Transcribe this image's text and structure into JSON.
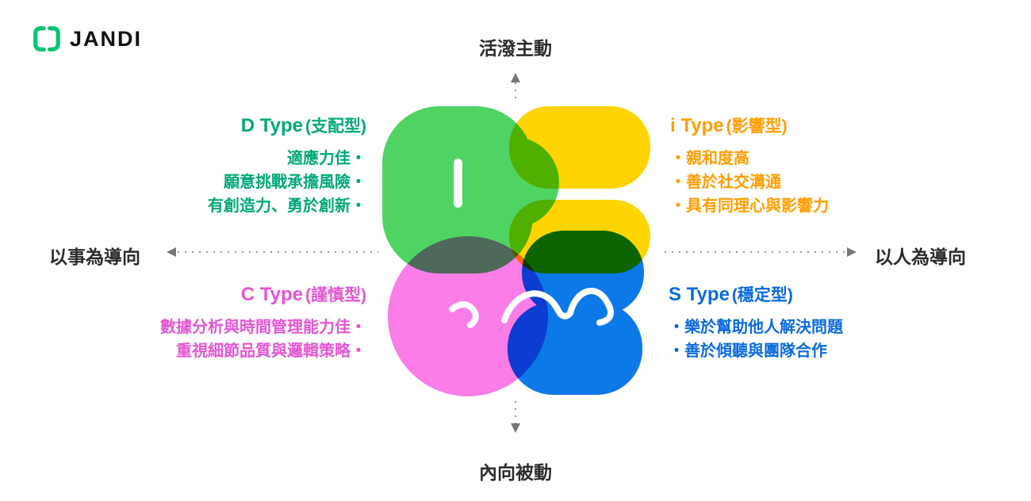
{
  "logo": {
    "brand": "JANDI",
    "brand_color": "#00C471"
  },
  "axis": {
    "top": "活潑主動",
    "bottom": "內向被動",
    "left": "以事為導向",
    "right": "以人為導向"
  },
  "quadrants": {
    "d": {
      "title": "D Type",
      "subtitle": "(支配型)",
      "text_color": "#00A878",
      "blob_color": "#4FD463",
      "lines": [
        "適應力佳・",
        "願意挑戰承擔風險・",
        "有創造力、勇於創新・"
      ]
    },
    "i": {
      "title": "i Type",
      "subtitle": "(影響型)",
      "text_color": "#FF9E00",
      "blob_color": "#FFD400",
      "lines": [
        "・親和度高",
        "・善於社交溝通",
        "・具有同理心與影響力"
      ]
    },
    "c": {
      "title": "C Type",
      "subtitle": "(謹慎型)",
      "text_color": "#E455D2",
      "blob_color": "#FA7DE8",
      "lines": [
        "數據分析與時間管理能力佳・",
        "重視細節品質與邏輯策略・"
      ]
    },
    "s": {
      "title": "S Type",
      "subtitle": "(穩定型)",
      "text_color": "#0B6BDD",
      "blob_color": "#0D79E8",
      "lines": [
        "・樂於幫助他人解決問題",
        "・善於傾聽與團隊合作"
      ]
    }
  }
}
